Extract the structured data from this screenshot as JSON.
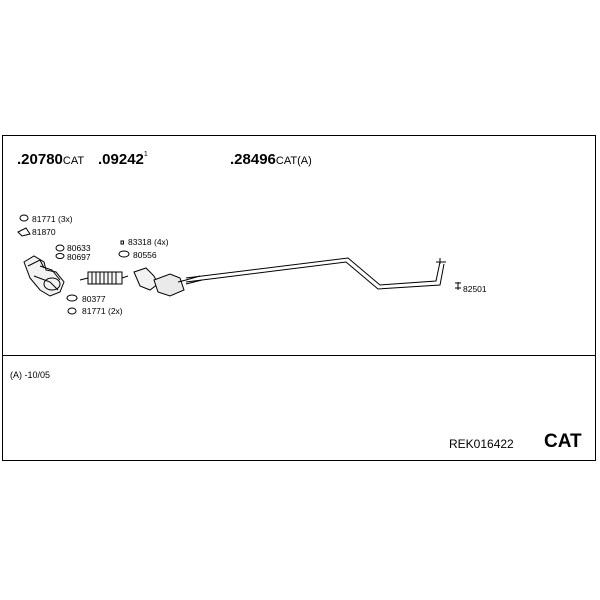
{
  "headers": [
    {
      "number": ".20780",
      "suffix": "CAT"
    },
    {
      "number": ".09242",
      "sup": "1"
    },
    {
      "number": ".28496",
      "suffix": "CAT(A)"
    }
  ],
  "part_labels": {
    "p81771_3x": "81771 (3x)",
    "p81870": "81870",
    "p80633": "80633",
    "p80697": "80697",
    "p83318": "83318 (4x)",
    "p80556": "80556",
    "p80377": "80377",
    "p81771_2x": "81771 (2x)",
    "p82501": "82501"
  },
  "footnote": "(A)  -10/05",
  "reference": "REK016422",
  "category": "CAT"
}
